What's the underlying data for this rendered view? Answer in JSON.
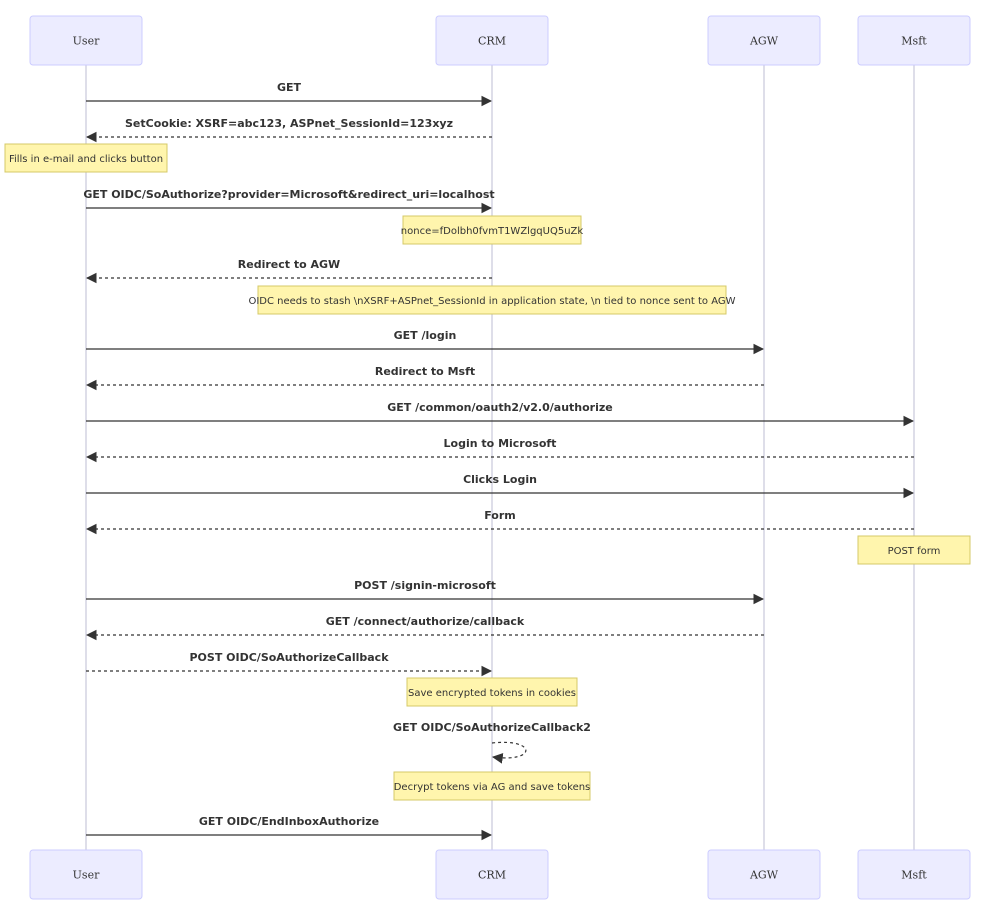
{
  "participants": [
    {
      "name": "User"
    },
    {
      "name": "CRM"
    },
    {
      "name": "AGW"
    },
    {
      "name": "Msft"
    }
  ],
  "events": [
    {
      "kind": "msg",
      "from": 0,
      "to": 1,
      "text": "GET",
      "dashed": false
    },
    {
      "kind": "msg",
      "from": 1,
      "to": 0,
      "text": "SetCookie: XSRF=abc123, ASPnet_SessionId=123xyz",
      "dashed": true
    },
    {
      "kind": "note",
      "over": [
        0
      ],
      "text": "Fills in e-mail and clicks button"
    },
    {
      "kind": "msg",
      "from": 0,
      "to": 1,
      "text": "GET OIDC/SoAuthorize?provider=Microsoft&redirect_uri=localhost",
      "dashed": false
    },
    {
      "kind": "note",
      "over": [
        1
      ],
      "text": "nonce=fDolbh0fvmT1WZlgqUQ5uZk"
    },
    {
      "kind": "msg",
      "from": 1,
      "to": 0,
      "text": "Redirect to AGW",
      "dashed": true
    },
    {
      "kind": "note",
      "over": [
        1
      ],
      "text": "OIDC needs to stash \\nXSRF+ASPnet_SessionId in application state, \\n tied to nonce sent to AGW"
    },
    {
      "kind": "msg",
      "from": 0,
      "to": 2,
      "text": "GET /login",
      "dashed": false
    },
    {
      "kind": "msg",
      "from": 2,
      "to": 0,
      "text": "Redirect to Msft",
      "dashed": true
    },
    {
      "kind": "msg",
      "from": 0,
      "to": 3,
      "text": "GET /common/oauth2/v2.0/authorize",
      "dashed": false
    },
    {
      "kind": "msg",
      "from": 3,
      "to": 0,
      "text": "Login to Microsoft",
      "dashed": true
    },
    {
      "kind": "msg",
      "from": 0,
      "to": 3,
      "text": "Clicks Login",
      "dashed": false
    },
    {
      "kind": "msg",
      "from": 3,
      "to": 0,
      "text": "Form",
      "dashed": true
    },
    {
      "kind": "note",
      "over": [
        3
      ],
      "text": "POST form"
    },
    {
      "kind": "msg",
      "from": 0,
      "to": 2,
      "text": "POST /signin-microsoft",
      "dashed": false
    },
    {
      "kind": "msg",
      "from": 2,
      "to": 0,
      "text": "GET /connect/authorize/callback",
      "dashed": true
    },
    {
      "kind": "msg",
      "from": 0,
      "to": 1,
      "text": "POST OIDC/SoAuthorizeCallback",
      "dashed": true
    },
    {
      "kind": "note",
      "over": [
        1
      ],
      "text": "Save encrypted tokens in cookies"
    },
    {
      "kind": "self",
      "at": 1,
      "text": "GET OIDC/SoAuthorizeCallback2",
      "dashed": true
    },
    {
      "kind": "note",
      "over": [
        1
      ],
      "text": "Decrypt tokens via AG and save tokens"
    },
    {
      "kind": "msg",
      "from": 0,
      "to": 1,
      "text": "GET OIDC/EndInboxAuthorize",
      "dashed": false
    }
  ]
}
